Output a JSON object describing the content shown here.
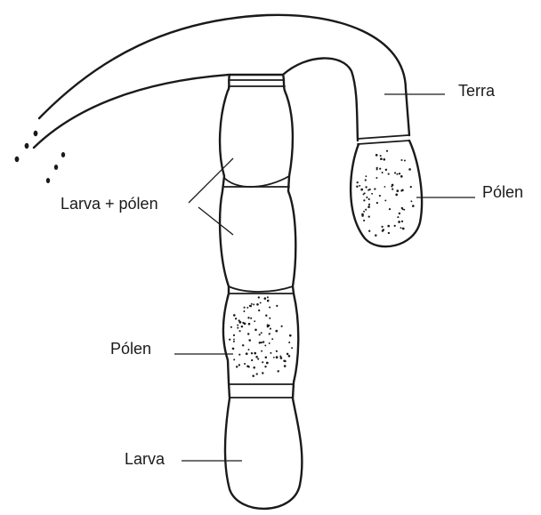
{
  "labels": {
    "terra": "Terra",
    "polen_top": "Pólen",
    "larva_polen": "Larva + pólen",
    "polen_middle": "Pólen",
    "larva": "Larva"
  },
  "colors": {
    "ink": "#1a1a1a",
    "background": "#ffffff"
  }
}
